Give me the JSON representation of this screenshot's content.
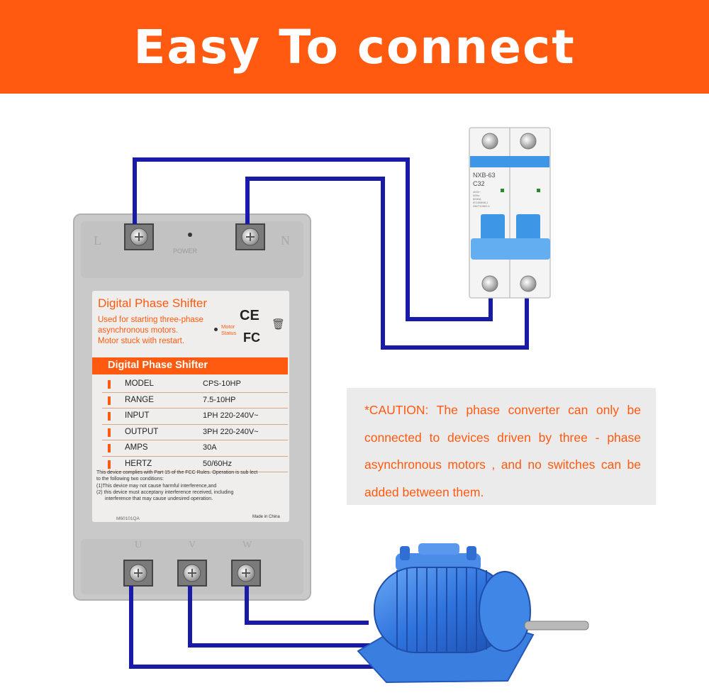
{
  "banner": {
    "title": "Easy To connect"
  },
  "shifter": {
    "title": "Digital Phase Shifter",
    "desc_lines": [
      "Used for starting three-phase",
      "asynchronous motors.",
      "Motor stuck with restart."
    ],
    "motor_status": [
      "Motor",
      "Status"
    ],
    "power": "POWER",
    "terminals_top": [
      "L",
      "N"
    ],
    "terminals_bottom": [
      "U",
      "V",
      "W"
    ],
    "cert": {
      "ce": "CE",
      "fc": "FC"
    },
    "spec_title": "Digital Phase Shifter",
    "specs": [
      {
        "key": "MODEL",
        "value": "CPS-10HP"
      },
      {
        "key": "RANGE",
        "value": "7.5-10HP"
      },
      {
        "key": "INPUT",
        "value": "1PH 220-240V~"
      },
      {
        "key": "OUTPUT",
        "value": "3PH 220-240V~"
      },
      {
        "key": "AMPS",
        "value": "30A"
      },
      {
        "key": "HERTZ",
        "value": "50/60Hz"
      }
    ],
    "fcc_lines": [
      "This device complies with Part 15 of the FCC Rules. Operation is sub lect",
      "to the following two conditions:",
      "(1)This device may not cause harmful interference,and",
      "(2) this device must acceptany interference received, including",
      "interference that may cause undesired operation."
    ],
    "made_in": "Made in China",
    "code": "M60101QA"
  },
  "breaker": {
    "model": "NXB-63",
    "rating": "C32",
    "fine": [
      "400V~",
      "50Hz",
      "6000A",
      "IEC60898-1",
      "GB/T10963.1"
    ]
  },
  "caution": {
    "text": "*CAUTION: The phase converter can only be connected to devices driven by three - phase asynchronous  motors , and no switches  can be added between them."
  },
  "colors": {
    "accent": "#ff5a0f",
    "wire": "#1a1aa8",
    "device": "#c7c7c7",
    "motor": "#3a7fe0",
    "breaker_toggle": "#3e97e6"
  }
}
